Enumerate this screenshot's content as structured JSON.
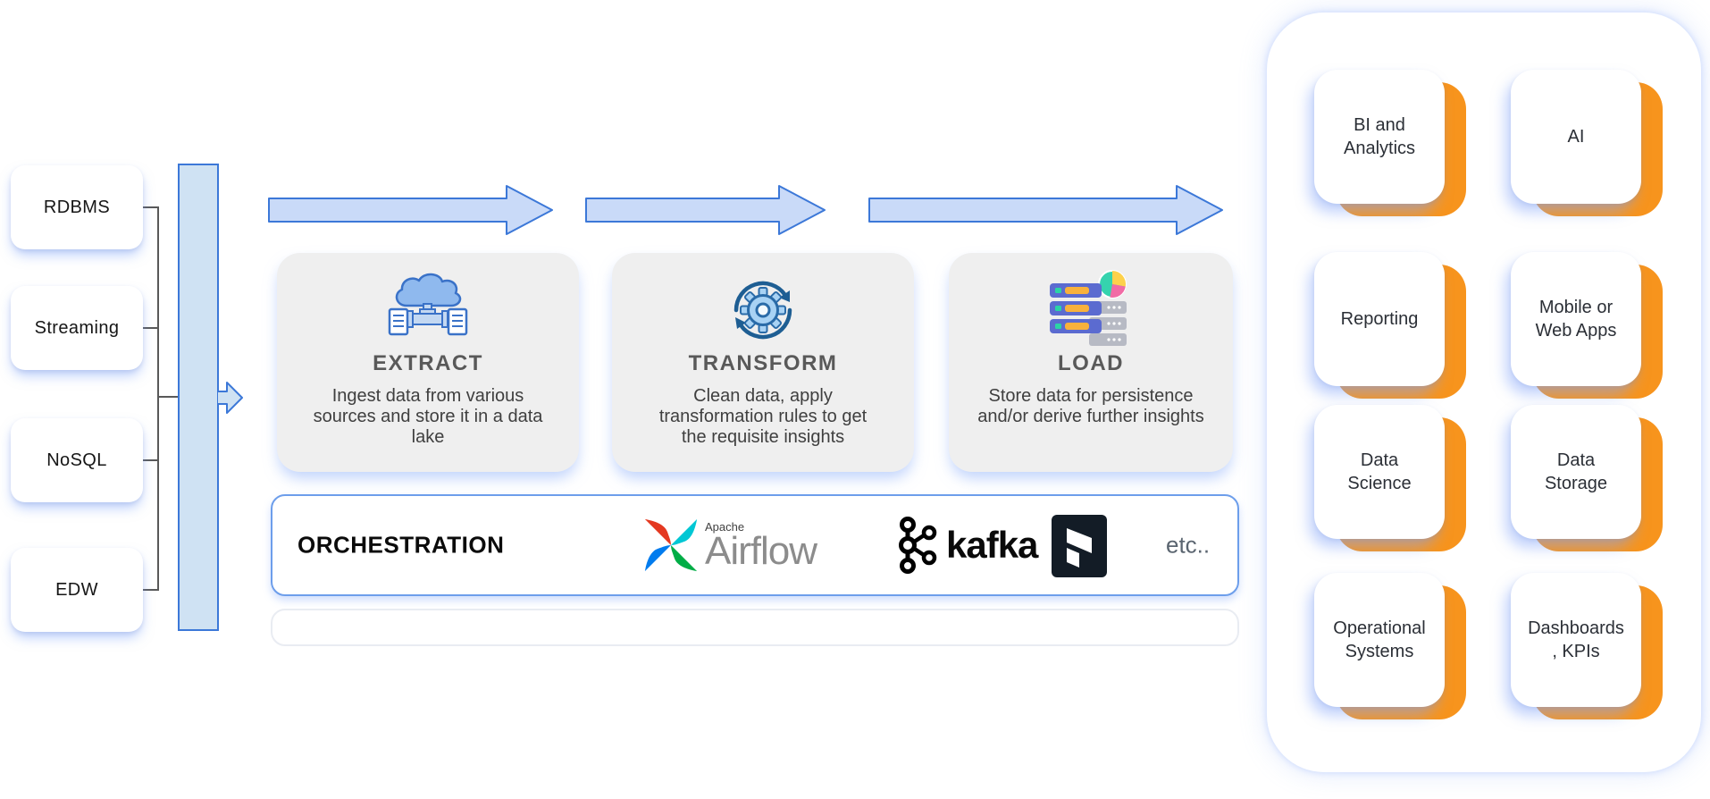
{
  "sources": [
    {
      "label": "RDBMS"
    },
    {
      "label": "Streaming"
    },
    {
      "label": "NoSQL"
    },
    {
      "label": "EDW"
    }
  ],
  "stages": [
    {
      "title": "EXTRACT",
      "icon": "cloud-data-pipeline-icon",
      "description": "Ingest data from various\nsources and store it in a data\nlake"
    },
    {
      "title": "TRANSFORM",
      "icon": "gear-sync-icon",
      "description": "Clean data, apply\ntransformation rules to get\nthe requisite insights"
    },
    {
      "title": "LOAD",
      "icon": "server-stack-pie-icon",
      "description": "Store data for persistence\nand/or derive further insights"
    }
  ],
  "orchestration": {
    "label": "ORCHESTRATION",
    "airflow_brand": "Apache",
    "airflow_name": "Airflow",
    "kafka_name": "kafka",
    "prefect_icon": "prefect-logo",
    "etc_label": "etc.."
  },
  "destinations": [
    {
      "label": "BI and\nAnalytics"
    },
    {
      "label": "AI"
    },
    {
      "label": "Reporting"
    },
    {
      "label": "Mobile or\nWeb Apps"
    },
    {
      "label": "Data\nScience"
    },
    {
      "label": "Data\nStorage"
    },
    {
      "label": "Operational\nSystems"
    },
    {
      "label": "Dashboards\n, KPIs"
    }
  ],
  "colors": {
    "blue_border": "#3c78d8",
    "blue_fill": "#cfe2f3",
    "arrow_fill": "#c9daf8",
    "stage_bg": "#efefef",
    "orange": "#f7941d",
    "connector_gray": "#595959"
  }
}
